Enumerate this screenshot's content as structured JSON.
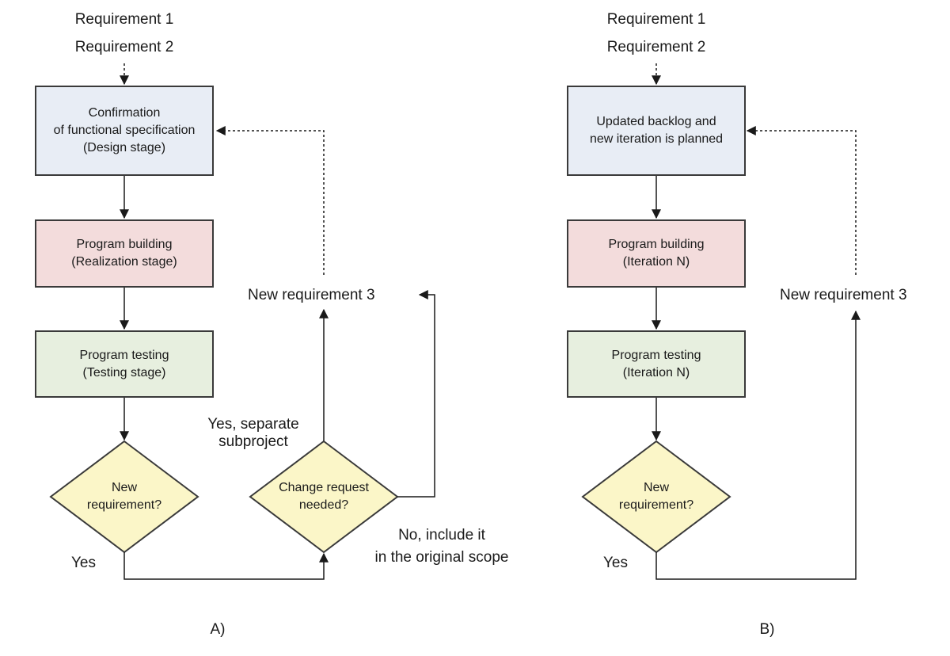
{
  "colors": {
    "design_box": "#e8edf5",
    "build_box": "#f3dcdc",
    "test_box": "#e7efdf",
    "decision": "#fbf6c8",
    "stroke": "#3a3a3a"
  },
  "panel_a": {
    "inputs": [
      "Requirement 1",
      "Requirement 2"
    ],
    "design_box": [
      "Confirmation",
      "of functional specification",
      "(Design stage)"
    ],
    "build_box": [
      "Program building",
      "(Realization stage)"
    ],
    "test_box": [
      "Program testing",
      "(Testing stage)"
    ],
    "decision_new": [
      "New",
      "requirement?"
    ],
    "decision_change": [
      "Change request",
      "needed?"
    ],
    "new_requirement": "New requirement  3",
    "yes_label": "Yes",
    "yes_separate": [
      "Yes, separate",
      "subproject"
    ],
    "no_include": [
      "No, include it",
      "in the original scope"
    ],
    "caption": "A)"
  },
  "panel_b": {
    "inputs": [
      "Requirement 1",
      "Requirement 2"
    ],
    "design_box": [
      "Updated backlog and",
      "new iteration is planned"
    ],
    "build_box": [
      "Program building",
      "(Iteration N)"
    ],
    "test_box": [
      "Program testing",
      "(Iteration N)"
    ],
    "decision_new": [
      "New",
      "requirement?"
    ],
    "new_requirement": "New requirement  3",
    "yes_label": "Yes",
    "caption": "B)"
  }
}
